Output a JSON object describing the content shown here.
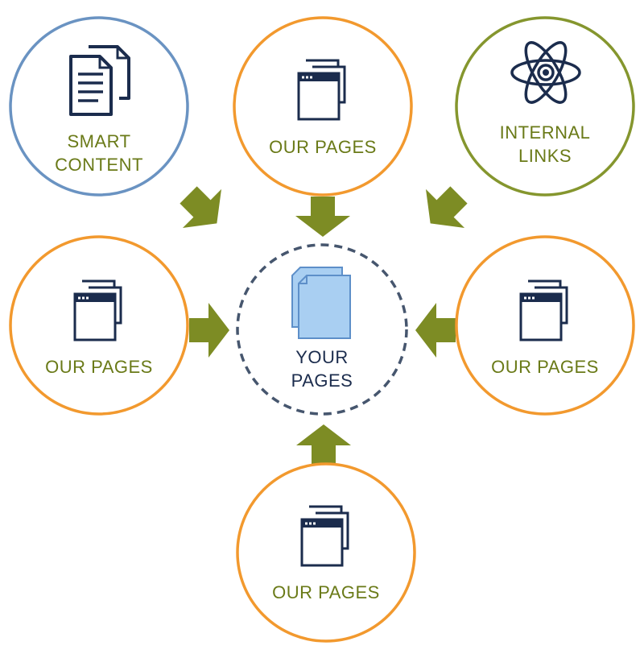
{
  "colors": {
    "accent_green": "#7d8c24",
    "orange": "#f2992e",
    "blue_circle": "#6a93c2",
    "green_circle": "#85962e",
    "navy": "#1b2c4d",
    "dashed": "#46566e",
    "page_fill": "#a9cff2",
    "page_stroke": "#5d8fc9",
    "text_green": "#6a7a18"
  },
  "nodes": {
    "smart_content": {
      "line1": "SMART",
      "line2": "CONTENT",
      "icon": "documents-icon"
    },
    "our_pages_top": {
      "label": "OUR PAGES",
      "icon": "browser-pages-icon"
    },
    "internal_links": {
      "line1": "INTERNAL",
      "line2": "LINKS",
      "icon": "atom-icon"
    },
    "our_pages_left": {
      "label": "OUR PAGES",
      "icon": "browser-pages-icon"
    },
    "your_pages": {
      "line1": "YOUR",
      "line2": "PAGES",
      "icon": "pages-icon"
    },
    "our_pages_right": {
      "label": "OUR PAGES",
      "icon": "browser-pages-icon"
    },
    "our_pages_bottom": {
      "label": "OUR PAGES",
      "icon": "browser-pages-icon"
    }
  }
}
